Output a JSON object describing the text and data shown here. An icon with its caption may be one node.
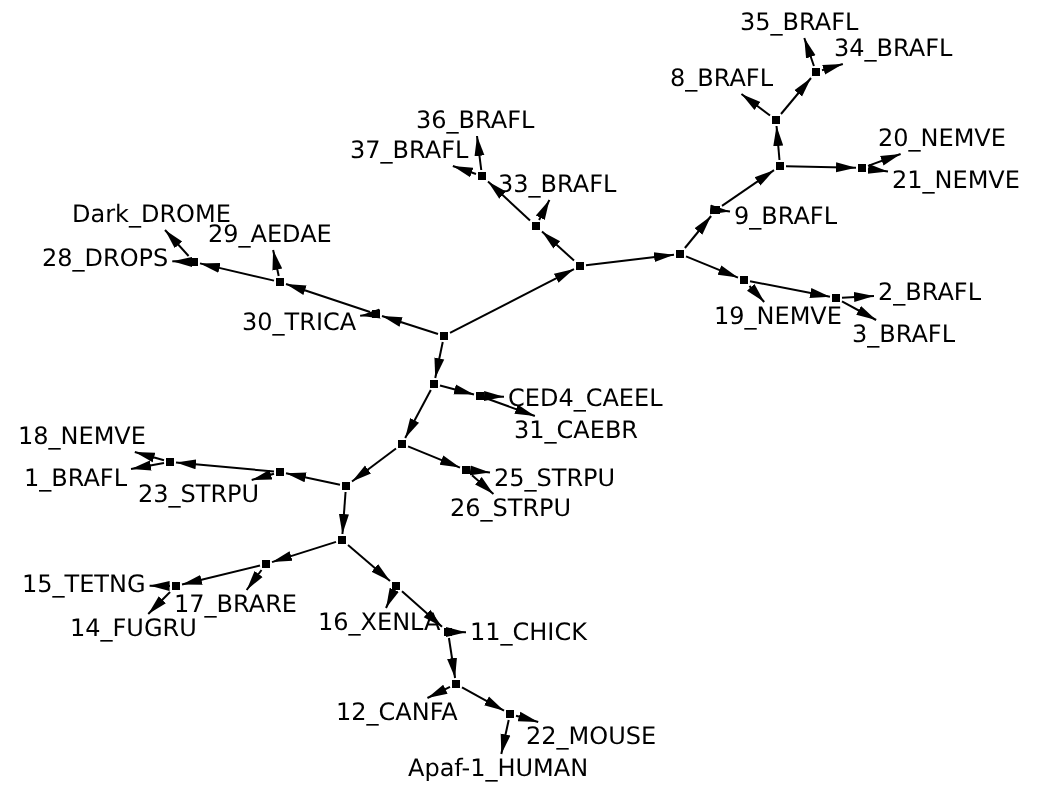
{
  "diagram": {
    "nodes": [
      {
        "text": [],
        "shape": "point"
      },
      {
        "text": [],
        "shape": "point"
      },
      {
        "text": [
          "30_TRICA"
        ]
      },
      {
        "text": [],
        "shape": "point"
      },
      {
        "text": [
          "29_AEDAE"
        ]
      },
      {
        "text": [],
        "shape": "point"
      },
      {
        "text": [
          "Dark_DROME"
        ]
      },
      {
        "text": [
          "28_DROPS"
        ]
      },
      {
        "text": [],
        "shape": "point"
      },
      {
        "text": [],
        "shape": "point"
      },
      {
        "text": [
          "33_BRAFL"
        ]
      },
      {
        "text": [],
        "shape": "point"
      },
      {
        "text": [
          "37_BRAFL"
        ]
      },
      {
        "text": [
          "36_BRAFL"
        ]
      },
      {
        "text": [],
        "shape": "point"
      },
      {
        "text": [],
        "shape": "point"
      },
      {
        "text": [
          "9_BRAFL"
        ]
      },
      {
        "text": [],
        "shape": "point"
      },
      {
        "text": [],
        "shape": "point"
      },
      {
        "text": [
          "8_BRAFL"
        ]
      },
      {
        "text": [],
        "shape": "point"
      },
      {
        "text": [
          "35_BRAFL"
        ]
      },
      {
        "text": [
          "34_BRAFL"
        ]
      },
      {
        "text": [],
        "shape": "point"
      },
      {
        "text": [
          "20_NEMVE"
        ]
      },
      {
        "text": [
          "21_NEMVE"
        ]
      },
      {
        "text": [],
        "shape": "point"
      },
      {
        "text": [
          "19_NEMVE"
        ]
      },
      {
        "text": [],
        "shape": "point"
      },
      {
        "text": [
          "2_BRAFL"
        ]
      },
      {
        "text": [
          "3_BRAFL"
        ]
      },
      {
        "text": [],
        "shape": "point"
      },
      {
        "text": [],
        "shape": "point"
      },
      {
        "text": [
          "CED4_CAEEL"
        ]
      },
      {
        "text": [
          "31_CAEBR"
        ]
      },
      {
        "text": [],
        "shape": "point"
      },
      {
        "text": [],
        "shape": "point"
      },
      {
        "text": [
          "25_STRPU"
        ]
      },
      {
        "text": [
          "26_STRPU"
        ]
      },
      {
        "text": [],
        "shape": "point"
      },
      {
        "text": [],
        "shape": "point"
      },
      {
        "text": [],
        "shape": "point"
      },
      {
        "text": [
          "18_NEMVE"
        ]
      },
      {
        "text": [
          "1_BRAFL"
        ]
      },
      {
        "text": [
          "23_STRPU"
        ]
      },
      {
        "text": [],
        "shape": "point"
      },
      {
        "text": [],
        "shape": "point"
      },
      {
        "text": [
          "17_BRARE"
        ]
      },
      {
        "text": [],
        "shape": "point"
      },
      {
        "text": [
          "15_TETNG"
        ]
      },
      {
        "text": [
          "14_FUGRU"
        ]
      },
      {
        "text": [],
        "shape": "point"
      },
      {
        "text": [
          "16_XENLA"
        ]
      },
      {
        "text": [],
        "shape": "point"
      },
      {
        "text": [
          "11_CHICK"
        ]
      },
      {
        "text": [],
        "shape": "point"
      },
      {
        "text": [
          "12_CANFA"
        ]
      },
      {
        "text": [],
        "shape": "point"
      },
      {
        "text": [
          "22_MOUSE"
        ]
      },
      {
        "text": [
          "Apaf-1_HUMAN"
        ]
      }
    ],
    "edges": [
      {
        "from": 0,
        "to": 1,
        "arrow": "to"
      },
      {
        "from": 1,
        "to": 2,
        "arrow": "to"
      },
      {
        "from": 1,
        "to": 3,
        "arrow": "to"
      },
      {
        "from": 3,
        "to": 4,
        "arrow": "to"
      },
      {
        "from": 3,
        "to": 5,
        "arrow": "to"
      },
      {
        "from": 5,
        "to": 6,
        "arrow": "to"
      },
      {
        "from": 5,
        "to": 7,
        "arrow": "to"
      },
      {
        "from": 0,
        "to": 8,
        "arrow": "to"
      },
      {
        "from": 8,
        "to": 9,
        "arrow": "to"
      },
      {
        "from": 9,
        "to": 10,
        "arrow": "to"
      },
      {
        "from": 9,
        "to": 11,
        "arrow": "to"
      },
      {
        "from": 11,
        "to": 12,
        "arrow": "to"
      },
      {
        "from": 11,
        "to": 13,
        "arrow": "to"
      },
      {
        "from": 8,
        "to": 14,
        "arrow": "to"
      },
      {
        "from": 14,
        "to": 15,
        "arrow": "to"
      },
      {
        "from": 15,
        "to": 16,
        "arrow": "to"
      },
      {
        "from": 15,
        "to": 17,
        "arrow": "to"
      },
      {
        "from": 17,
        "to": 18,
        "arrow": "to"
      },
      {
        "from": 18,
        "to": 19,
        "arrow": "to"
      },
      {
        "from": 18,
        "to": 20,
        "arrow": "to"
      },
      {
        "from": 20,
        "to": 21,
        "arrow": "to"
      },
      {
        "from": 20,
        "to": 22,
        "arrow": "to"
      },
      {
        "from": 17,
        "to": 23,
        "arrow": "to"
      },
      {
        "from": 23,
        "to": 24,
        "arrow": "to"
      },
      {
        "from": 23,
        "to": 25,
        "arrow": "to"
      },
      {
        "from": 14,
        "to": 26,
        "arrow": "to"
      },
      {
        "from": 26,
        "to": 27,
        "arrow": "to"
      },
      {
        "from": 26,
        "to": 28,
        "arrow": "to"
      },
      {
        "from": 28,
        "to": 29,
        "arrow": "to"
      },
      {
        "from": 28,
        "to": 30,
        "arrow": "to"
      },
      {
        "from": 0,
        "to": 31,
        "arrow": "to"
      },
      {
        "from": 31,
        "to": 32,
        "arrow": "to"
      },
      {
        "from": 32,
        "to": 33,
        "arrow": "to"
      },
      {
        "from": 32,
        "to": 34,
        "arrow": "to"
      },
      {
        "from": 31,
        "to": 35,
        "arrow": "to"
      },
      {
        "from": 35,
        "to": 36,
        "arrow": "to"
      },
      {
        "from": 36,
        "to": 37,
        "arrow": "to"
      },
      {
        "from": 36,
        "to": 38,
        "arrow": "to"
      },
      {
        "from": 35,
        "to": 39,
        "arrow": "to"
      },
      {
        "from": 39,
        "to": 40,
        "arrow": "to"
      },
      {
        "from": 40,
        "to": 41,
        "arrow": "to"
      },
      {
        "from": 41,
        "to": 42,
        "arrow": "to"
      },
      {
        "from": 41,
        "to": 43,
        "arrow": "to"
      },
      {
        "from": 40,
        "to": 44,
        "arrow": "to"
      },
      {
        "from": 39,
        "to": 45,
        "arrow": "to"
      },
      {
        "from": 45,
        "to": 46,
        "arrow": "to"
      },
      {
        "from": 46,
        "to": 47,
        "arrow": "to"
      },
      {
        "from": 46,
        "to": 48,
        "arrow": "to"
      },
      {
        "from": 48,
        "to": 49,
        "arrow": "to"
      },
      {
        "from": 48,
        "to": 50,
        "arrow": "to"
      },
      {
        "from": 45,
        "to": 51,
        "arrow": "to"
      },
      {
        "from": 51,
        "to": 52,
        "arrow": "to"
      },
      {
        "from": 51,
        "to": 53,
        "arrow": "to"
      },
      {
        "from": 53,
        "to": 54,
        "arrow": "to"
      },
      {
        "from": 53,
        "to": 55,
        "arrow": "to"
      },
      {
        "from": 55,
        "to": 56,
        "arrow": "to"
      },
      {
        "from": 55,
        "to": 57,
        "arrow": "to"
      },
      {
        "from": 57,
        "to": 58,
        "arrow": "to"
      },
      {
        "from": 57,
        "to": 59,
        "arrow": "to"
      }
    ]
  }
}
